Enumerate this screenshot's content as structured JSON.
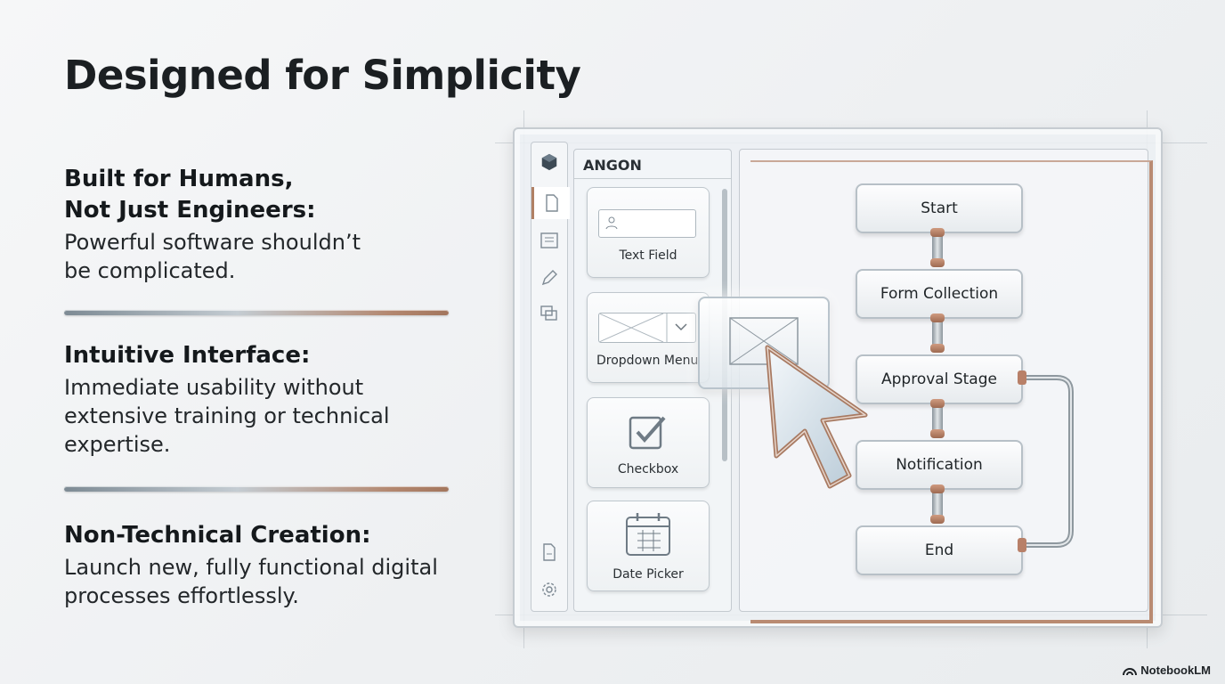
{
  "slide": {
    "title": "Designed for Simplicity",
    "sections": [
      {
        "heading_line1": "Built for Humans,",
        "heading_line2": "Not Just Engineers:",
        "body_line1": "Powerful software shouldn’t",
        "body_line2": "be complicated."
      },
      {
        "heading": "Intuitive Interface:",
        "body_line1": "Immediate usability without",
        "body_line2": "extensive training or technical",
        "body_line3": "expertise."
      },
      {
        "heading": "Non-Technical Creation:",
        "body_line1": "Launch new, fully functional digital",
        "body_line2": "processes effortlessly."
      }
    ]
  },
  "app": {
    "brand_name": "ANGON",
    "rail_icons": [
      "cube-logo-icon",
      "document-icon",
      "list-icon",
      "edit-icon",
      "chat-icon",
      "file-icon",
      "gear-icon"
    ],
    "components": [
      {
        "label": "Text Field",
        "icon": "text-field-icon"
      },
      {
        "label": "Dropdown Menu",
        "icon": "dropdown-icon"
      },
      {
        "label": "Checkbox",
        "icon": "checkbox-icon"
      },
      {
        "label": "Date Picker",
        "icon": "calendar-icon"
      }
    ],
    "workflow": [
      "Start",
      "Form Collection",
      "Approval Stage",
      "Notification",
      "End"
    ]
  },
  "footer": {
    "brand": "NotebookLM"
  },
  "colors": {
    "accent_copper": "#b98b72",
    "text_dark": "#1b1f22",
    "steel": "#8a949b"
  }
}
